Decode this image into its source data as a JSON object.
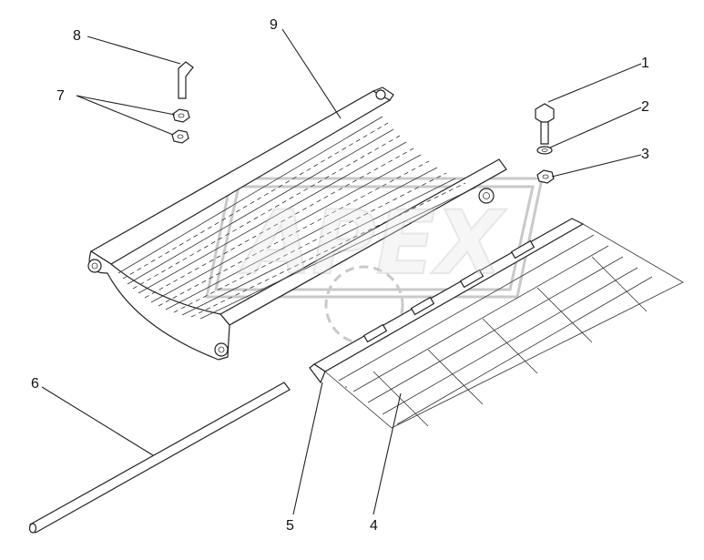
{
  "diagram": {
    "callouts": [
      {
        "id": "1",
        "label": "1"
      },
      {
        "id": "2",
        "label": "2"
      },
      {
        "id": "3",
        "label": "3"
      },
      {
        "id": "4",
        "label": "4"
      },
      {
        "id": "5",
        "label": "5"
      },
      {
        "id": "6",
        "label": "6"
      },
      {
        "id": "7",
        "label": "7"
      },
      {
        "id": "8",
        "label": "8"
      },
      {
        "id": "9",
        "label": "9"
      }
    ],
    "watermark": "APEX"
  }
}
